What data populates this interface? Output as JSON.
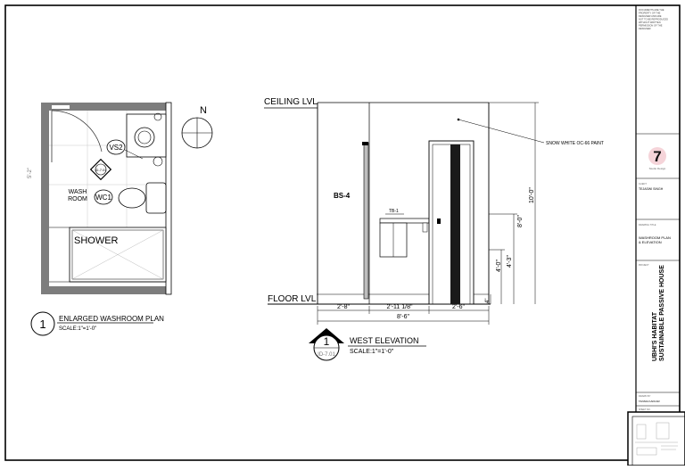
{
  "plan": {
    "north": "N",
    "room_label_1": "WASH",
    "room_label_2": "ROOM",
    "tag_vs": "VS2",
    "tag_wc": "WC1",
    "tag_ref": "ID-7.01",
    "shower": "SHOWER",
    "dim_side": "5'-2\"",
    "title_number": "1",
    "title": "ENLARGED WASHROOM PLAN",
    "scale": "SCALE:1\"=1'-0\""
  },
  "elevation": {
    "ceiling": "CEILING LVL",
    "floor": "FLOOR LVL",
    "bs_tag": "BS-4",
    "tb_tag": "TB-1",
    "paint_note": "SNOW WHITE OC-66 PAINT",
    "dims_bottom": [
      "2'-8\"",
      "2'-11 1/8\"",
      "2'-6\""
    ],
    "dim_total": "8'-6\"",
    "dim_10": "10'-0\"",
    "dim_8": "8'-0\"",
    "dim_43": "4'-3\"",
    "dim_40": "4'-0\"",
    "dim_4in": "4\"",
    "title_number": "1",
    "title_ref": "ID-7.01",
    "title": "WEST ELEVATION",
    "scale": "SCALE:1\"=1'-0\""
  },
  "title_block": {
    "notes": [
      "DOCUMENTS ARE THE",
      "PROPERTY OF THE",
      "DESIGNER AND ARE",
      "NOT TO BE REPRODUCED",
      "WITHOUT WRITTEN",
      "PERMISSION OF THE",
      "DESIGNER."
    ],
    "logo_letter": "7",
    "logo_caption": "Studio Design",
    "client_label": "CLIENT",
    "client": "TEJASWI SINGH",
    "drawing_label": "DRAWING TITLE",
    "drawing_1": "WASHROOM PLAN",
    "drawing_2": "& ELEVATION",
    "project_label": "PROJECT",
    "project_1": "UBHI'S HABITAT",
    "project_2": "SUSTAINABLE PASSIVE HOUSE",
    "drawn_label": "DRAWN BY",
    "drawn": "TANNIA KAKKAR",
    "sheet_label": "SHEET NO."
  }
}
